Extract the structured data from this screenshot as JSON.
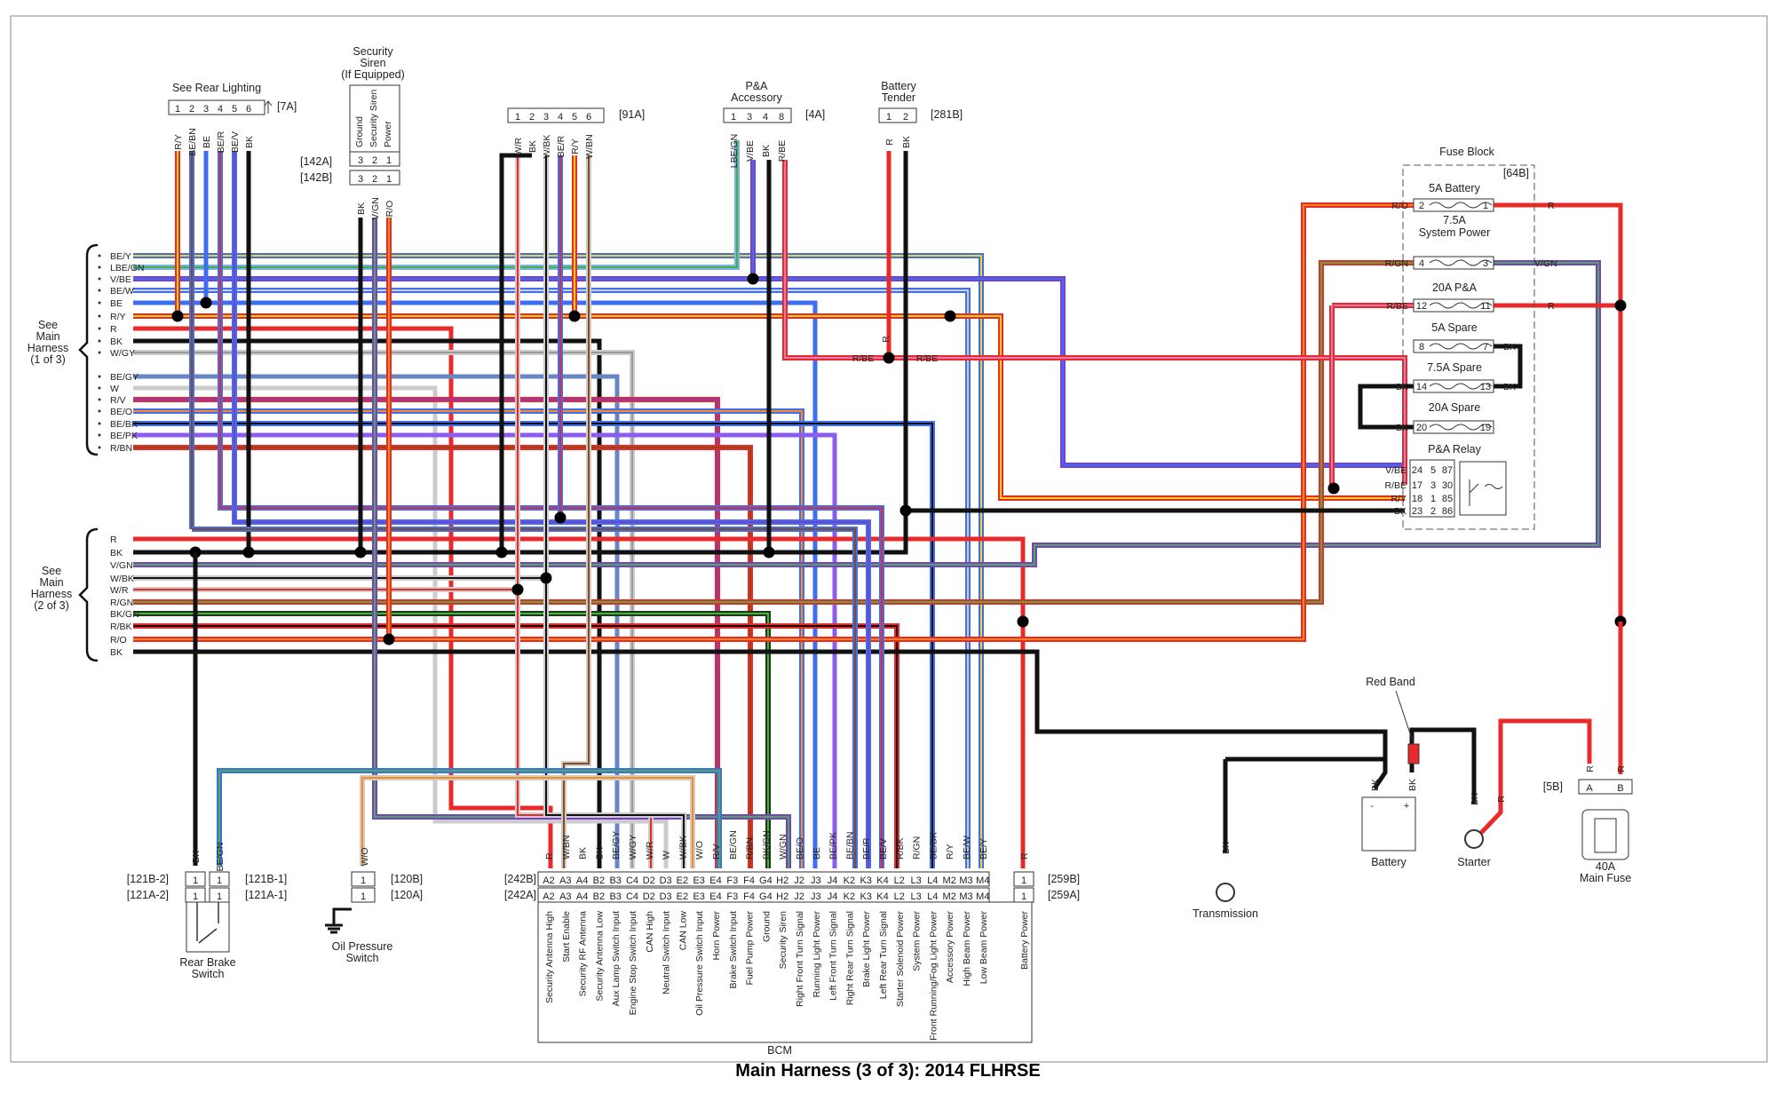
{
  "title": "Main Harness (3 of 3): 2014 FLHRSE",
  "colors": {
    "R": "#e82a2a",
    "BK": "#111111",
    "O": "#ff8a1a",
    "Y": "#f2d21a",
    "BE": "#3d6ff0",
    "LBE": "#78b3e8",
    "GN": "#4cae3e",
    "V": "#7b3fd0",
    "W": "#cccccc",
    "GY": "#9a9a9a",
    "BN": "#8a4a1a",
    "PK": "#e47ab0",
    "BEV": "#8c5cf0",
    "BEGY": "#6a85c4",
    "RBN": "#d23a2a",
    "RBK": "#a01a1a",
    "BKGN": "#1a3a1a"
  },
  "components": {
    "rear_lighting": {
      "label": "See Rear Lighting",
      "ref": "[7A]",
      "pins": [
        "1",
        "2",
        "3",
        "4",
        "5",
        "6"
      ]
    },
    "siren": {
      "label1": "Security",
      "label2": "Siren",
      "label3": "(If Equipped)",
      "pin_labels": [
        "Ground",
        "Security Siren",
        "Power"
      ],
      "ref_a": "[142A]",
      "ref_b": "[142B]",
      "pins": [
        "3",
        "2",
        "1"
      ]
    },
    "conn91": {
      "ref": "[91A]",
      "pins": [
        "1",
        "2",
        "3",
        "4",
        "5",
        "6"
      ]
    },
    "pa_accessory": {
      "label1": "P&A",
      "label2": "Accessory",
      "ref": "[4A]",
      "pins": [
        "1",
        "3",
        "4",
        "8"
      ]
    },
    "battery_tender": {
      "label1": "Battery",
      "label2": "Tender",
      "ref": "[281B]",
      "pins": [
        "1",
        "2"
      ]
    },
    "fuse_block": {
      "label": "Fuse Block",
      "ref": "[64B]",
      "fuses": [
        {
          "name": "5A Battery",
          "in": "2",
          "out": "1"
        },
        {
          "name": "7.5A",
          "name2": "System Power",
          "in": "4",
          "out": "3"
        },
        {
          "name": "20A P&A",
          "in": "12",
          "out": "11"
        },
        {
          "name": "5A Spare",
          "in": "8",
          "out": "7"
        },
        {
          "name": "7.5A Spare",
          "in": "14",
          "out": "13"
        },
        {
          "name": "20A Spare",
          "in": "20",
          "out": "19"
        }
      ],
      "relay": {
        "name": "P&A Relay",
        "pins": [
          [
            "24",
            "5",
            "87"
          ],
          [
            "17",
            "3",
            "30"
          ],
          [
            "18",
            "1",
            "85"
          ],
          [
            "23",
            "2",
            "86"
          ]
        ]
      }
    },
    "main1": {
      "l1": "See",
      "l2": "Main",
      "l3": "Harness",
      "l4": "(1 of 3)"
    },
    "main2": {
      "l1": "See",
      "l2": "Main",
      "l3": "Harness",
      "l4": "(2 of 3)"
    },
    "rear_brake": {
      "label1": "Rear Brake",
      "label2": "Switch",
      "ref_b": "[121B-2]",
      "ref_a": "[121A-2]",
      "ref_b2": "[121B-1]",
      "ref_a2": "[121A-1]",
      "pin": "1"
    },
    "oil_pressure": {
      "label1": "Oil Pressure",
      "label2": "Switch",
      "ref_b": "[120B]",
      "ref_a": "[120A]",
      "pin": "1"
    },
    "bcm": {
      "label": "BCM",
      "ref_b": "[242B]",
      "ref_a": "[242A]",
      "pins": [
        "A2",
        "A3",
        "A4",
        "B2",
        "B3",
        "C4",
        "D2",
        "D3",
        "E2",
        "E3",
        "E4",
        "F3",
        "F4",
        "G4",
        "H2",
        "J2",
        "J3",
        "J4",
        "K2",
        "K3",
        "K4",
        "L2",
        "L3",
        "L4",
        "M2",
        "M3",
        "M4"
      ],
      "wires": [
        "R",
        "W/BN",
        "BK",
        "BK",
        "BE/GY",
        "W/GY",
        "W/R",
        "W",
        "W/BK",
        "W/O",
        "R/V",
        "BE/GN",
        "R/BN",
        "BK/GN",
        "W/GN",
        "BE/O",
        "BE",
        "BE/PK",
        "BE/BN",
        "BE/R",
        "BE/V",
        "R/BK",
        "R/GN",
        "BE/BK",
        "R/Y",
        "BE/W",
        "BE/Y"
      ],
      "functions": [
        "Security Antenna High",
        "Start Enable",
        "Security RF Antenna",
        "Security Antenna Low",
        "Aux Lamp Switch Input",
        "Engine Stop Switch Input",
        "CAN High",
        "Neutral Switch Input",
        "CAN Low",
        "Oil Pressure Switch Input",
        "Horn Power",
        "Brake Switch Input",
        "Fuel Pump Power",
        "Ground",
        "Security Siren",
        "Right Front Turn Signal",
        "Running Light Power",
        "Left Front Turn Signal",
        "Right Rear Turn Signal",
        "Brake Light Power",
        "Left Rear Turn Signal",
        "Starter Solenoid Power",
        "System Power",
        "Front Running/Fog Light Power",
        "Accessory Power",
        "High Beam Power",
        "Low Beam Power"
      ]
    },
    "battery_power": {
      "ref_b": "[259B]",
      "ref_a": "[259A]",
      "pin": "1",
      "function": "Battery Power",
      "wire": "R"
    },
    "battery": {
      "label": "Battery",
      "red_band": "Red Band"
    },
    "starter": {
      "label": "Starter"
    },
    "transmission": {
      "label": "Transmission"
    },
    "main_fuse": {
      "label1": "40A",
      "label2": "Main Fuse",
      "ref": "[5B]",
      "pins": [
        "A",
        "B"
      ]
    }
  },
  "wire_labels": {
    "main1": [
      "BE/Y",
      "LBE/GN",
      "V/BE",
      "BE/W",
      "BE",
      "R/Y",
      "R",
      "BK",
      "W/GY",
      "BE/GY",
      "W",
      "R/V",
      "BE/O",
      "BE/BK",
      "BE/PK",
      "R/BN"
    ],
    "main2": [
      "R",
      "BK",
      "V/GN",
      "W/BK",
      "W/R",
      "R/GN",
      "BK/GN",
      "R/BK",
      "R/O",
      "BK"
    ],
    "rear_lighting": [
      "R/Y",
      "BE/BN",
      "BE",
      "BE/R",
      "BE/V",
      "BK"
    ],
    "siren": [
      "BK",
      "V/GN",
      "R/O"
    ],
    "conn91": [
      "W/R",
      "BK",
      "W/BK",
      "BE/R",
      "R/Y",
      "W/BN"
    ],
    "pa_acc": [
      "LBE/GN",
      "V/BE",
      "BK",
      "R/BE"
    ],
    "tender": [
      "R",
      "BK"
    ],
    "fuse_left": [
      "R/O",
      "R/GN",
      "R/BE",
      "BK",
      "BK"
    ],
    "fuse_right": [
      "R",
      "V/GN",
      "R",
      "BK",
      "BK"
    ],
    "relay_left": [
      "V/BE",
      "R/BE",
      "R/Y",
      "BK"
    ],
    "rbe_mid": [
      "R/BE",
      "R/BE"
    ],
    "brake": [
      "BK",
      "BE/GN"
    ],
    "oil": "W/O",
    "battery": [
      "BK",
      "BK"
    ],
    "starter": "BK",
    "starter_r": "R",
    "trans": "BK",
    "fuse40": [
      "R",
      "R"
    ]
  }
}
